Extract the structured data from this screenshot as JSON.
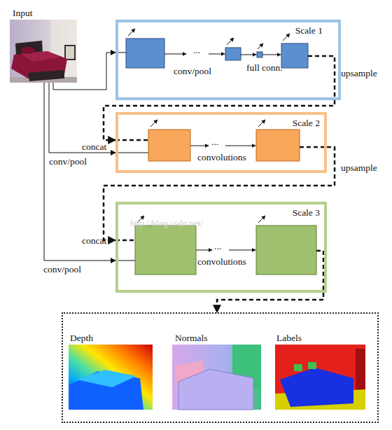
{
  "diagram": {
    "nodes": [
      {
        "text": [
          "Input"
        ]
      },
      {
        "text": [
          "Scale 1"
        ]
      },
      {
        "text": [
          "Scale 2"
        ]
      },
      {
        "text": [
          "Scale 3"
        ]
      },
      {
        "text": []
      },
      {
        "text": [
          "Depth"
        ],
        "in": 4
      },
      {
        "text": [
          "Normals"
        ],
        "in": 4
      },
      {
        "text": [
          "Labels"
        ],
        "in": 4
      }
    ],
    "edges": [
      {
        "from": 0,
        "to": 1,
        "arrow": "to"
      },
      {
        "from": 0,
        "to": 2,
        "label": "conv/pool",
        "arrow": "to"
      },
      {
        "from": 0,
        "to": 3,
        "label": "conv/pool",
        "arrow": "to"
      },
      {
        "from": 1,
        "to": 2,
        "label": "upsample",
        "arrow": "to"
      },
      {
        "from": 2,
        "to": 3,
        "label": "upsample",
        "arrow": "to"
      },
      {
        "from": 3,
        "to": 4,
        "arrow": "to"
      }
    ],
    "labels": [
      "...",
      "conv/pool",
      "full conn.",
      "...",
      "convolutions",
      "concat",
      "...",
      "convolutions",
      "concat",
      "http://blog.csdn.net/"
    ]
  }
}
